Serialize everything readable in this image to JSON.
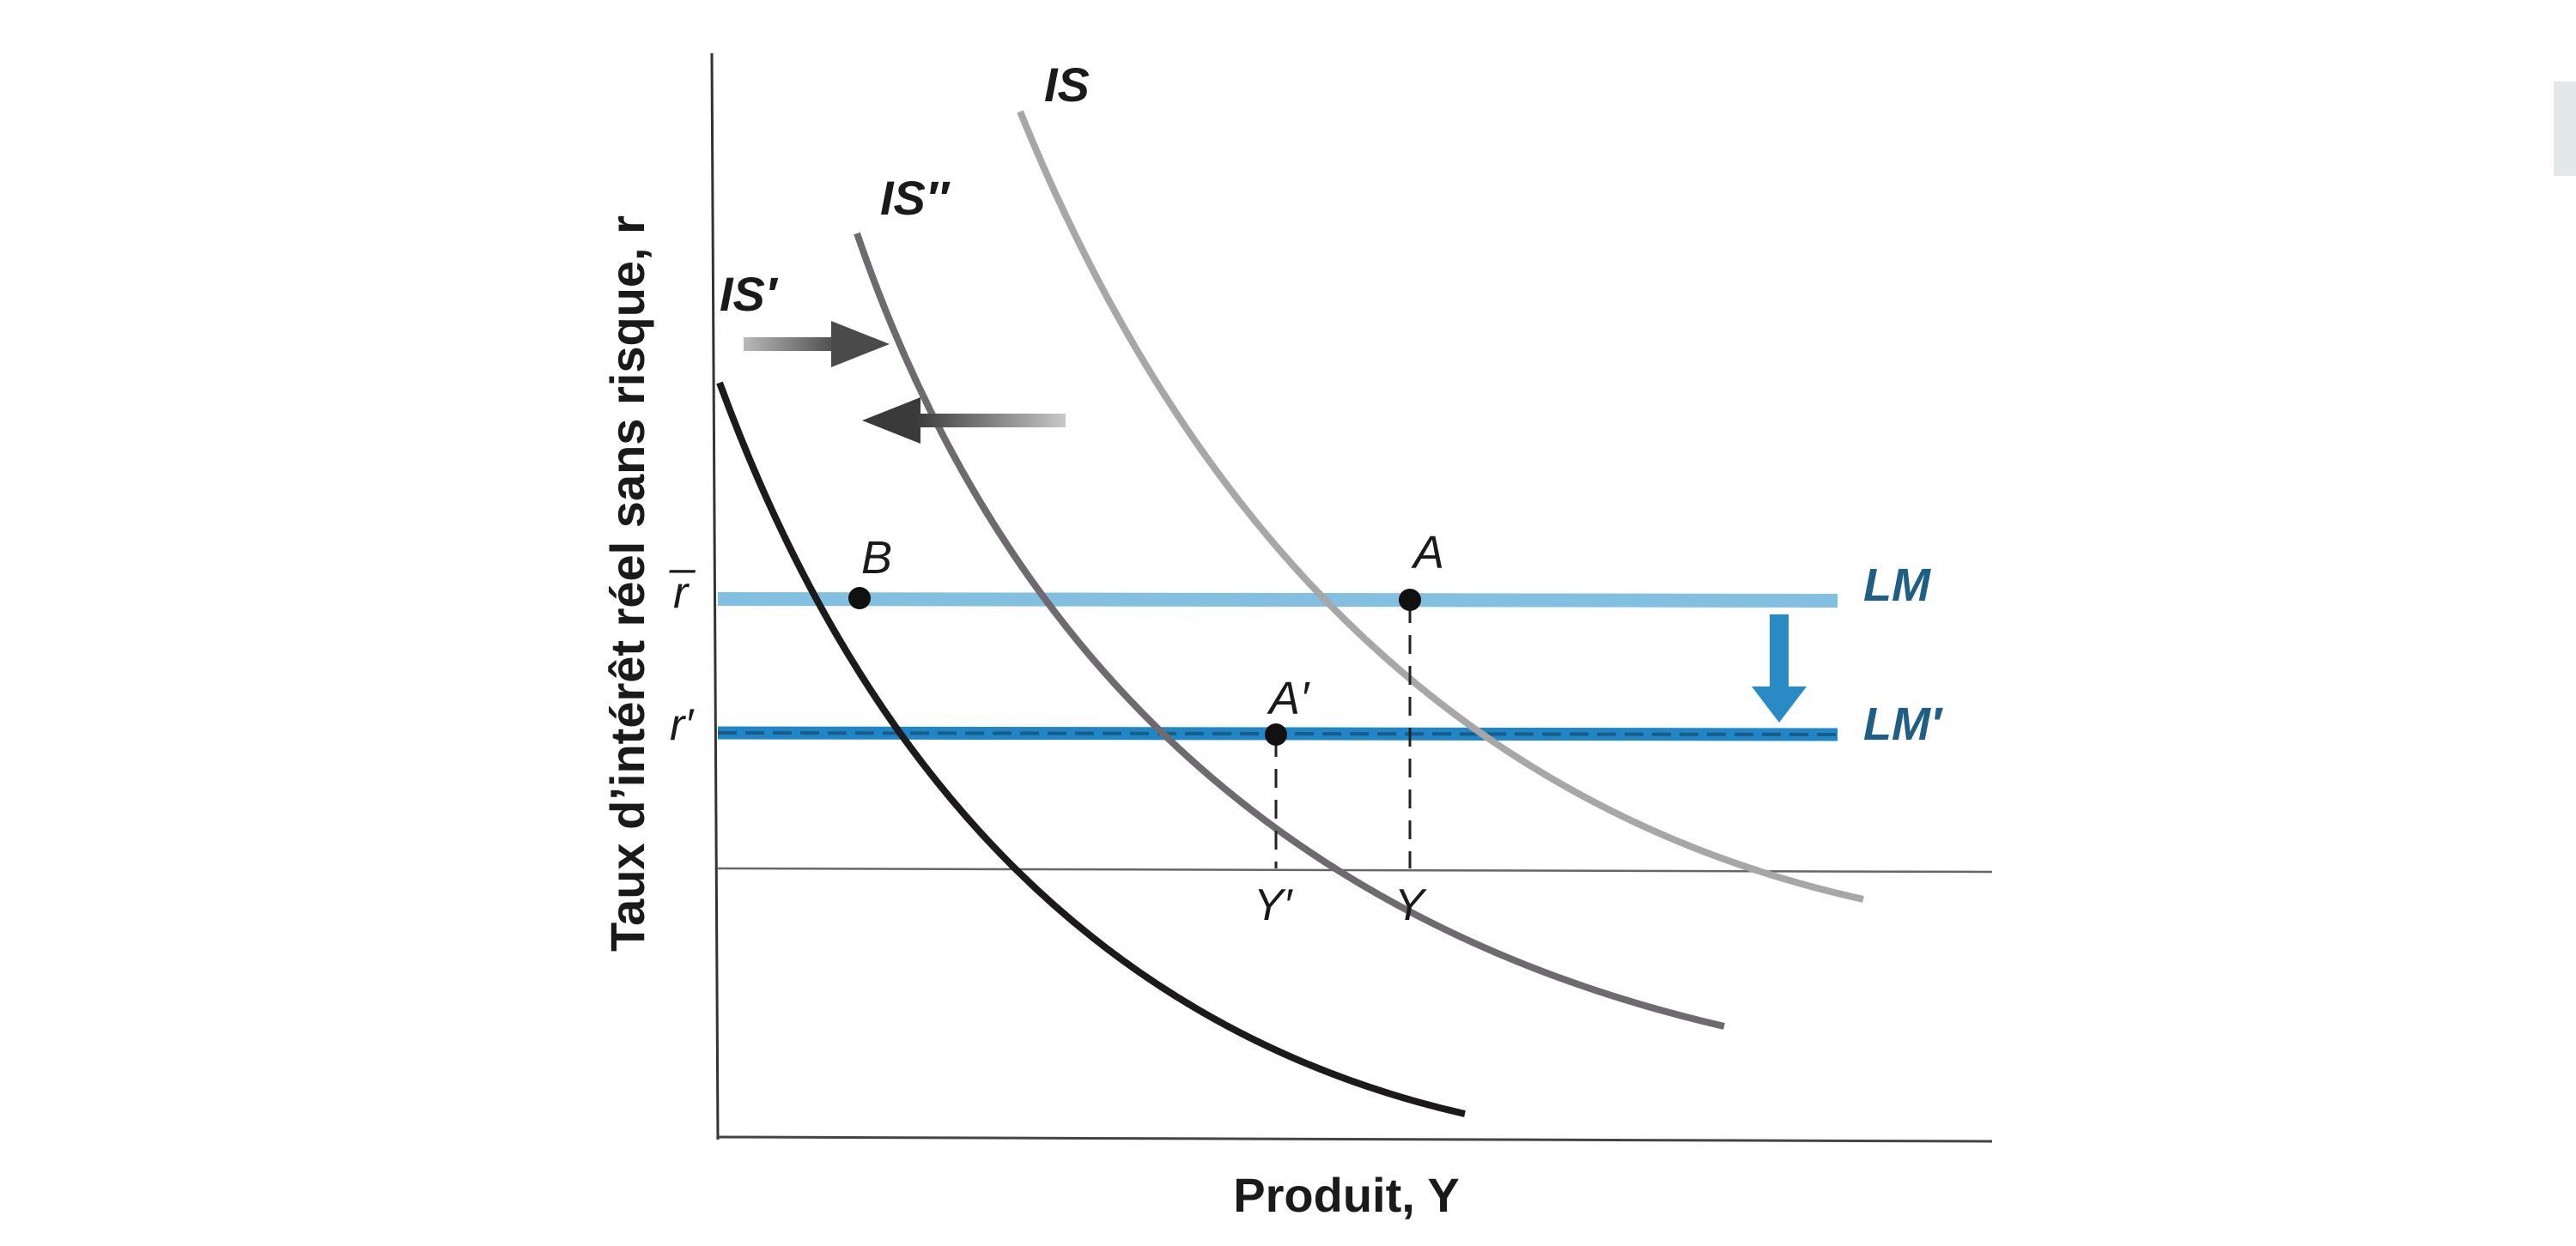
{
  "axes": {
    "y_title": "Taux d’intérêt réel sans risque, r",
    "x_title": "Produit, Y"
  },
  "curves": {
    "is": "IS",
    "is_prime": "IS′",
    "is_double": "IS″",
    "lm": "LM",
    "lm_prime": "LM′"
  },
  "points": {
    "a": "A",
    "a_prime": "A′",
    "b": "B"
  },
  "ticks": {
    "r_bar": "r̅",
    "r_prime": "r′",
    "y_prime": "Y′",
    "y": "Y"
  },
  "colors": {
    "is": "#a7a7a7",
    "is_double": "#6e6a70",
    "is_prime": "#1d1a1c",
    "lm": "#82bfe0",
    "lm_prime": "#1f86c7",
    "lm_label": "#1f5f86",
    "arrow_down": "#2a8ac6"
  },
  "icons": {
    "shift_right": "right-arrow-icon",
    "shift_left": "left-arrow-icon",
    "lm_shift": "down-arrow-icon"
  }
}
